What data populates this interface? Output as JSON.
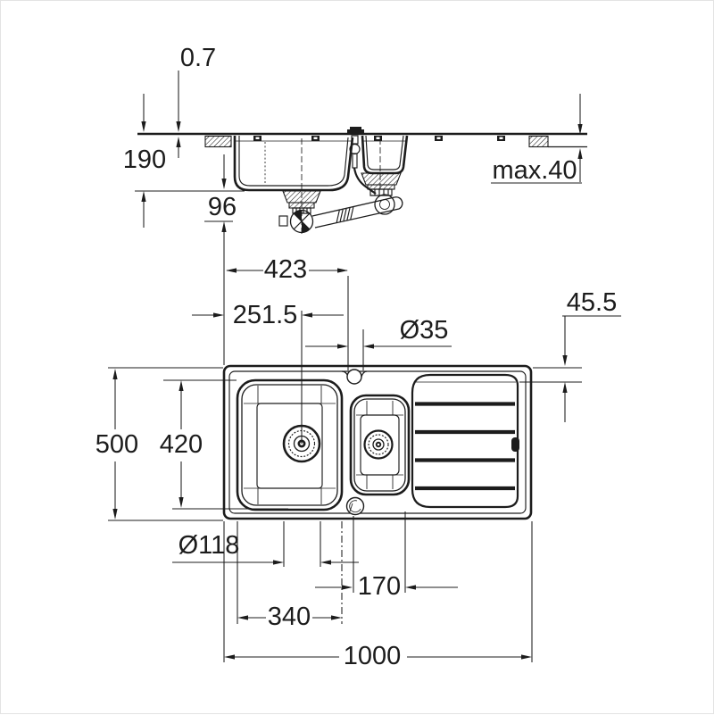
{
  "colors": {
    "line": "#1c1c1c",
    "background": "#ffffff"
  },
  "side_view": {
    "dims": {
      "sheet_thickness": "0.7",
      "bowl_depth": "190",
      "trap_drop": "96",
      "worktop_thickness": "max.40"
    }
  },
  "plan_view": {
    "dims": {
      "tap_from_left": "423",
      "main_drain_from_left": "251.5",
      "tap_hole_dia": "Ø35",
      "edge_to_drainer": "45.5",
      "overall_depth": "500",
      "bowl_front_back": "420",
      "drain_dia": "Ø118",
      "tap_to_small_drain": "170",
      "main_bowl_width": "340",
      "overall_length": "1000"
    }
  }
}
